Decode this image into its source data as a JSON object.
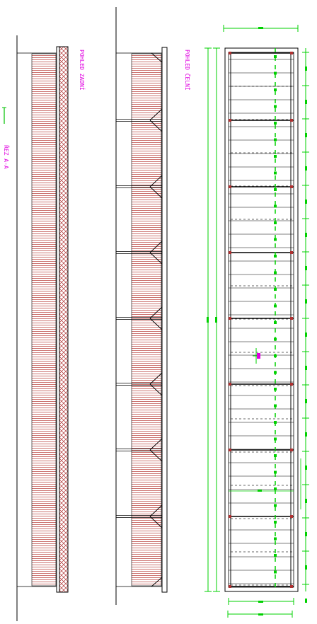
{
  "labels": {
    "rear_view": "POHLED ZADNÍ",
    "front_view": "POHLED ČELNÍ",
    "section": "ŘEZ A-A"
  },
  "colors": {
    "background": "#ffffff",
    "line": "#000000",
    "cladding": "#c0504d",
    "hatch": "#b03030",
    "dimension": "#00d000",
    "text_label": "#e000e0"
  }
}
